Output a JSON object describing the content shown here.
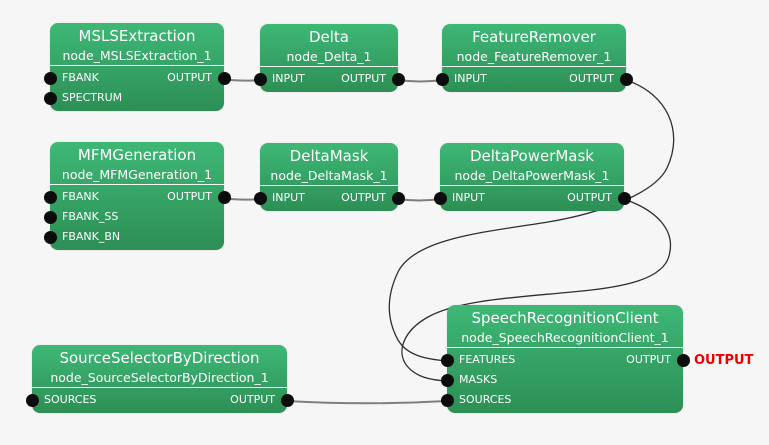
{
  "canvas": {
    "background_color": "#f6f6f6",
    "node_color_top": "#3eb876",
    "node_color_bottom": "#2d8f55",
    "wire_color": "#2e2e2e",
    "port_color": "#0c0c0c",
    "network_output_color": "#ee0000"
  },
  "nodes": [
    {
      "title": "MSLSExtraction",
      "instance": "node_MSLSExtraction_1",
      "inputs": [
        "FBANK",
        "SPECTRUM"
      ],
      "outputs": [
        "OUTPUT"
      ]
    },
    {
      "title": "Delta",
      "instance": "node_Delta_1",
      "inputs": [
        "INPUT"
      ],
      "outputs": [
        "OUTPUT"
      ]
    },
    {
      "title": "FeatureRemover",
      "instance": "node_FeatureRemover_1",
      "inputs": [
        "INPUT"
      ],
      "outputs": [
        "OUTPUT"
      ]
    },
    {
      "title": "MFMGeneration",
      "instance": "node_MFMGeneration_1",
      "inputs": [
        "FBANK",
        "FBANK_SS",
        "FBANK_BN"
      ],
      "outputs": [
        "OUTPUT"
      ]
    },
    {
      "title": "DeltaMask",
      "instance": "node_DeltaMask_1",
      "inputs": [
        "INPUT"
      ],
      "outputs": [
        "OUTPUT"
      ]
    },
    {
      "title": "DeltaPowerMask",
      "instance": "node_DeltaPowerMask_1",
      "inputs": [
        "INPUT"
      ],
      "outputs": [
        "OUTPUT"
      ]
    },
    {
      "title": "SpeechRecognitionClient",
      "instance": "node_SpeechRecognitionClient_1",
      "inputs": [
        "FEATURES",
        "MASKS",
        "SOURCES"
      ],
      "outputs": [
        "OUTPUT"
      ]
    },
    {
      "title": "SourceSelectorByDirection",
      "instance": "node_SourceSelectorByDirection_1",
      "inputs": [
        "SOURCES"
      ],
      "outputs": [
        "OUTPUT"
      ]
    }
  ],
  "network_output_label": "OUTPUT",
  "edges": [
    {
      "from": "node_MSLSExtraction_1.OUTPUT",
      "to": "node_Delta_1.INPUT"
    },
    {
      "from": "node_Delta_1.OUTPUT",
      "to": "node_FeatureRemover_1.INPUT"
    },
    {
      "from": "node_FeatureRemover_1.OUTPUT",
      "to": "node_SpeechRecognitionClient_1.FEATURES"
    },
    {
      "from": "node_MFMGeneration_1.OUTPUT",
      "to": "node_DeltaMask_1.INPUT"
    },
    {
      "from": "node_DeltaMask_1.OUTPUT",
      "to": "node_DeltaPowerMask_1.INPUT"
    },
    {
      "from": "node_DeltaPowerMask_1.OUTPUT",
      "to": "node_SpeechRecognitionClient_1.MASKS"
    },
    {
      "from": "node_SourceSelectorByDirection_1.OUTPUT",
      "to": "node_SpeechRecognitionClient_1.SOURCES"
    },
    {
      "from": "node_SpeechRecognitionClient_1.OUTPUT",
      "to": "NETWORK_OUTPUT"
    }
  ]
}
